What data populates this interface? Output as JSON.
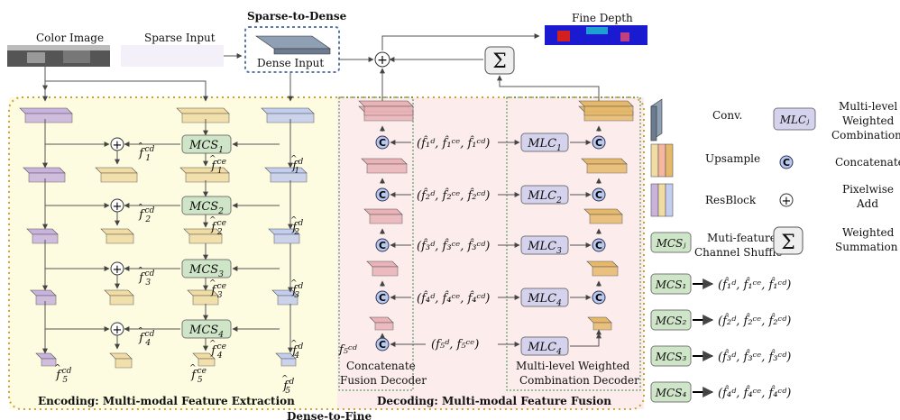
{
  "inputs": {
    "color_image": "Color Image",
    "sparse_input": "Sparse Input",
    "sparse_to_dense": "Sparse-to-Dense",
    "dense_input": "Dense Input",
    "fine_depth": "Fine Depth"
  },
  "encoder": {
    "caption": "Encoding: Multi-modal Feature Extraction",
    "mcs": [
      "MCS",
      "MCS",
      "MCS",
      "MCS"
    ],
    "mcs_sub": [
      "1",
      "2",
      "3",
      "4"
    ],
    "f_cd": [
      "f",
      "f",
      "f",
      "f"
    ],
    "sup_cd": "cd",
    "sup_ce": "ce",
    "sup_d": "d",
    "bottom_cd": "f",
    "bottom_ce": "f",
    "bottom_d": "f",
    "bottom_sub": "5"
  },
  "decoder": {
    "caption": "Decoding: Multi-modal Feature Fusion",
    "concat_label_1": "Concatenate",
    "concat_label_2": "Fusion Decoder",
    "mlc_label_1": "Multi-level Weighted",
    "mlc_label_2": "Combination Decoder",
    "mlc": "MLC",
    "mlc_sub": [
      "1",
      "2",
      "3",
      "4",
      "4"
    ],
    "tuples": [
      "(f̂₁ᵈ, f̂₁ᶜᵉ, f̂₁ᶜᵈ)",
      "(f̂₂ᵈ, f̂₂ᶜᵉ, f̂₂ᶜᵈ)",
      "(f̂₃ᵈ, f̂₃ᶜᵉ, f̂₃ᶜᵈ)",
      "(f̂₄ᵈ, f̂₄ᶜᵉ, f̂₄ᶜᵈ)",
      "(f₅ᵈ, f₅ᶜᵉ)"
    ],
    "f5cd": "f₅ᶜᵈ",
    "c_glyph": "C"
  },
  "bottom_caption": "Dense-to-Fine",
  "legend": {
    "conv": "Conv.",
    "upsample": "Upsample",
    "resblock": "ResBlock",
    "mcs_j": "MCSⱼ",
    "mcs_j_desc_1": "Muti-feature",
    "mcs_j_desc_2": "Channel Shuffle",
    "mlc_j": "MLCⱼ",
    "mlc_j_desc_1": "Multi-level",
    "mlc_j_desc_2": "Weighted",
    "mlc_j_desc_3": "Combination",
    "concatenate": "Concatenate",
    "pixelwise_1": "Pixelwise",
    "pixelwise_2": "Add",
    "weighted_1": "Weighted",
    "weighted_2": "Summation",
    "mcs_rows": [
      {
        "label": "MCS₁",
        "tuple": "(f̂₁ᵈ, f̂₁ᶜᵉ, f̂₁ᶜᵈ)"
      },
      {
        "label": "MCS₂",
        "tuple": "(f̂₂ᵈ, f̂₂ᶜᵉ, f̂₂ᶜᵈ)"
      },
      {
        "label": "MCS₃",
        "tuple": "(f̂₃ᵈ, f̂₃ᶜᵉ, f̂₃ᶜᵈ)"
      },
      {
        "label": "MCS₄",
        "tuple": "(f̂₄ᵈ, f̂₄ᶜᵉ, f̂₄ᶜᵈ)"
      }
    ]
  },
  "colors": {
    "purple": "#c9b3dd",
    "beige": "#f1dca4",
    "blue": "#c3cdee",
    "pink": "#eab3b8",
    "orange": "#e6b96a",
    "green": "#cfe5c8",
    "lavender": "#d4d2ec",
    "circle_blue": "#b8c9ef",
    "yellow_bg": "#fdfbe0",
    "pink_bg": "#fcecec"
  }
}
